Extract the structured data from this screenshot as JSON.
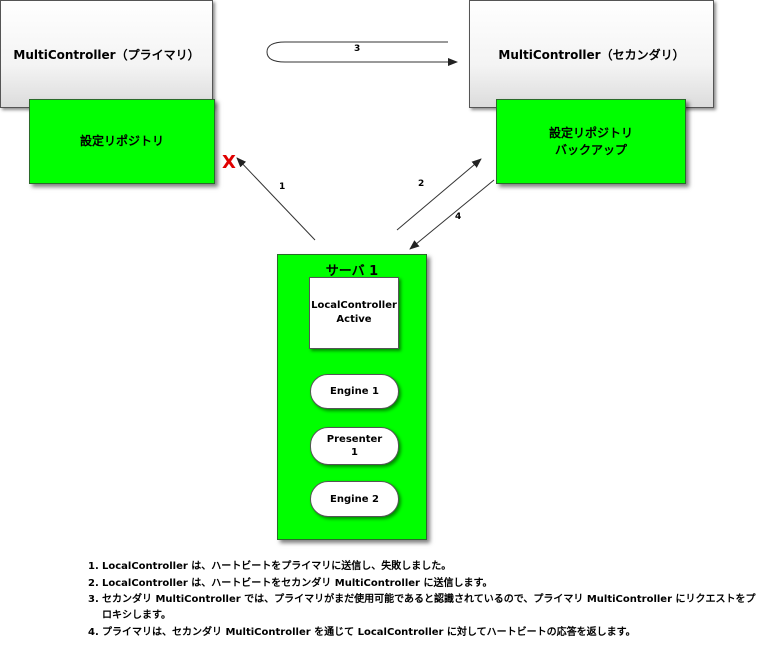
{
  "primary": {
    "title": "MultiController（プライマリ）",
    "repo_label": "設定リポジトリ"
  },
  "secondary": {
    "title": "MultiController（セカンダリ）",
    "repo_line1": "設定リポジトリ",
    "repo_line2": "バックアップ"
  },
  "server": {
    "title": "サーバ 1",
    "local_controller_line1": "LocalController",
    "local_controller_line2": "Active",
    "engine1": "Engine 1",
    "presenter_line1": "Presenter",
    "presenter_line2": "1",
    "engine2": "Engine 2"
  },
  "flow_labels": {
    "step1": "1",
    "step2": "2",
    "step3": "3",
    "step4": "4",
    "fail_mark": "X"
  },
  "colors": {
    "green": "#00ff00",
    "fail": "#e00000"
  },
  "notes": [
    {
      "num": "1.",
      "text": "LocalController は、ハートビートをプライマリに送信し、失敗しました。"
    },
    {
      "num": "2.",
      "text": "LocalController は、ハートビートをセカンダリ MultiController に送信します。"
    },
    {
      "num": "3.",
      "text": "セカンダリ MultiController では、プライマリがまだ使用可能であると認識されているので、プライマリ MultiController にリクエストをプロキシします。"
    },
    {
      "num": "4.",
      "text": "プライマリは、セカンダリ MultiController を通じて LocalController に対してハートビートの応答を返します。"
    }
  ]
}
